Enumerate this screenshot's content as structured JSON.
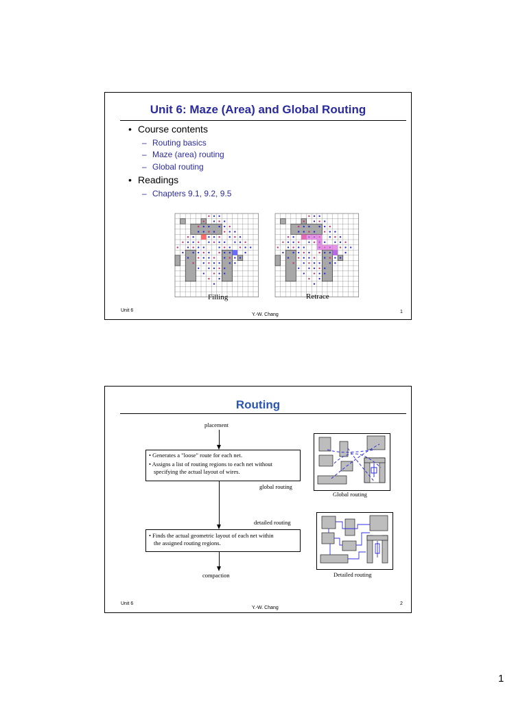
{
  "slide1": {
    "title": "Unit 6: Maze (Area) and Global Routing",
    "bullets": [
      {
        "label": "Course contents",
        "subitems": [
          "Routing basics",
          "Maze (area) routing",
          "Global routing"
        ]
      },
      {
        "label": "Readings",
        "subitems": [
          "Chapters 9.1, 9.2, 9.5"
        ]
      }
    ],
    "figures": {
      "left_caption": "Filling",
      "right_caption": "Retrace"
    },
    "footer": {
      "left": "Unit 6",
      "center": "Y.-W. Chang",
      "right": "1"
    }
  },
  "slide2": {
    "title": "Routing",
    "flow": {
      "top_label": "placement",
      "box1_lines": [
        "Generates a \"loose\" route for each net.",
        "Assigns a list of routing regions to each net without",
        "specifying the actual layout of wires."
      ],
      "mid_label1": "global routing",
      "mid_label2": "detailed routing",
      "box2_lines": [
        "Finds the actual geometric layout of each net within",
        "the assigned routing regions."
      ],
      "bottom_label": "compaction"
    },
    "figures": {
      "global_caption": "Global routing",
      "detailed_caption": "Detailed routing"
    },
    "footer": {
      "left": "Unit 6",
      "center": "Y.-W. Chang",
      "right": "2"
    }
  },
  "page_number": "1"
}
